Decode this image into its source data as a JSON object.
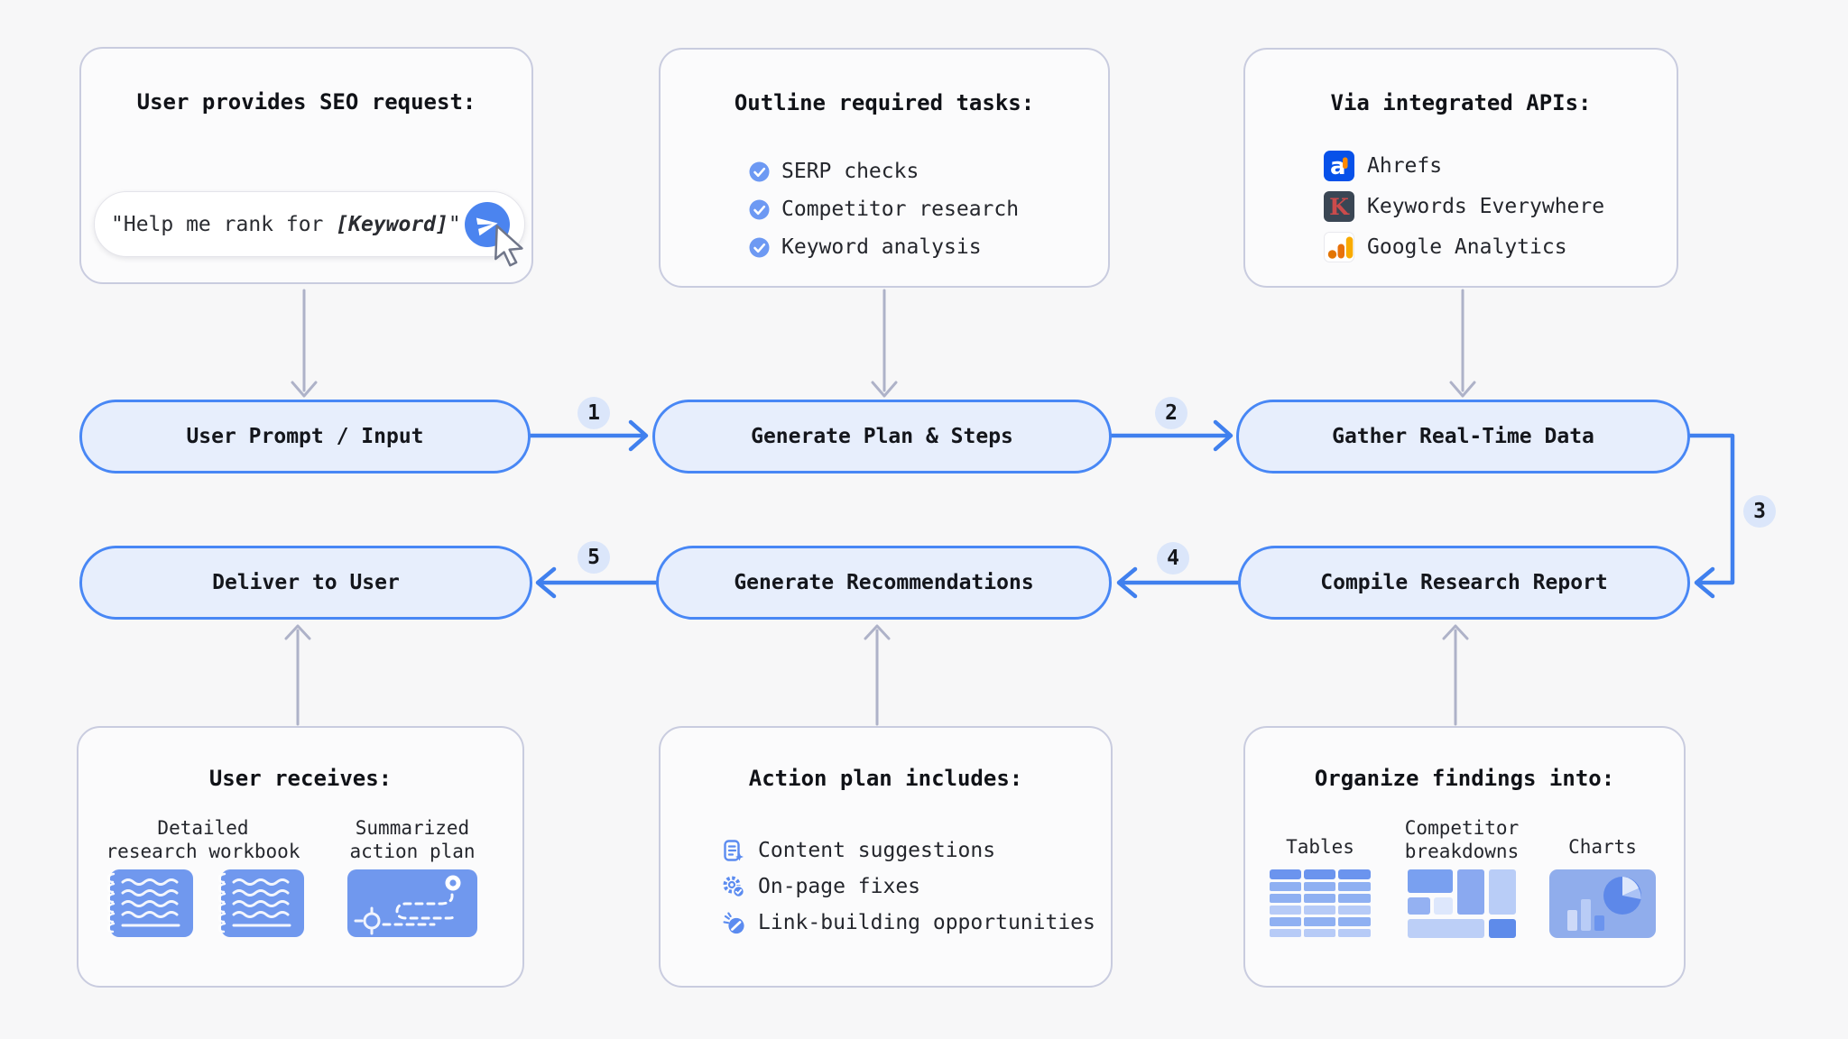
{
  "page": {
    "background": "#f7f7f8"
  },
  "palette": {
    "accent_blue": "#4080ee",
    "pill_fill": "#e7eefc",
    "pill_border": "#4887f5",
    "badge_fill": "#dbe6fa",
    "card_border": "#c9ccdf",
    "item_icon_blue": "#5b8bf0",
    "illustration_blue": "#7098ee",
    "gray_arrow": "#aeb2c8",
    "ahrefs_blue": "#0751e9",
    "ahrefs_orange": "#ff8a00",
    "keywords_everywhere_dark": "#3a4654",
    "keywords_everywhere_red": "#cb4b4b",
    "ga_amber": "#f9ab00",
    "ga_orange": "#e8710a"
  },
  "top_cards": {
    "seo_request": {
      "title": "User provides SEO request:",
      "input": {
        "prefix": "\"Help me rank for ",
        "keyword": "[Keyword]",
        "suffix": "\""
      }
    },
    "tasks": {
      "title": "Outline required tasks:",
      "items": [
        {
          "label": "SERP checks"
        },
        {
          "label": "Competitor research"
        },
        {
          "label": "Keyword analysis"
        }
      ]
    },
    "apis": {
      "title": "Via integrated APIs:",
      "items": [
        {
          "label": "Ahrefs",
          "logo_letter": "a"
        },
        {
          "label": "Keywords Everywhere",
          "logo_letter": "K"
        },
        {
          "label": "Google Analytics"
        }
      ]
    }
  },
  "flow": {
    "nodes": [
      {
        "label": "User Prompt / Input"
      },
      {
        "label": "Generate Plan & Steps"
      },
      {
        "label": "Gather Real-Time Data"
      },
      {
        "label": "Deliver to User"
      },
      {
        "label": "Generate Recommendations"
      },
      {
        "label": "Compile Research Report"
      }
    ],
    "step_badges": [
      "1",
      "2",
      "3",
      "4",
      "5"
    ]
  },
  "bottom_cards": {
    "user_receives": {
      "title": "User receives:",
      "groups": [
        {
          "line1": "Detailed",
          "line2": "research workbook"
        },
        {
          "line1": "Summarized",
          "line2": "action plan"
        }
      ]
    },
    "action_plan": {
      "title": "Action plan includes:",
      "items": [
        {
          "label": "Content suggestions"
        },
        {
          "label": "On-page fixes"
        },
        {
          "label": "Link-building opportunities"
        }
      ]
    },
    "organize": {
      "title": "Organize findings into:",
      "groups": [
        {
          "line1": "Tables",
          "line2": ""
        },
        {
          "line1": "Competitor",
          "line2": "breakdowns"
        },
        {
          "line1": "Charts",
          "line2": ""
        }
      ]
    }
  }
}
